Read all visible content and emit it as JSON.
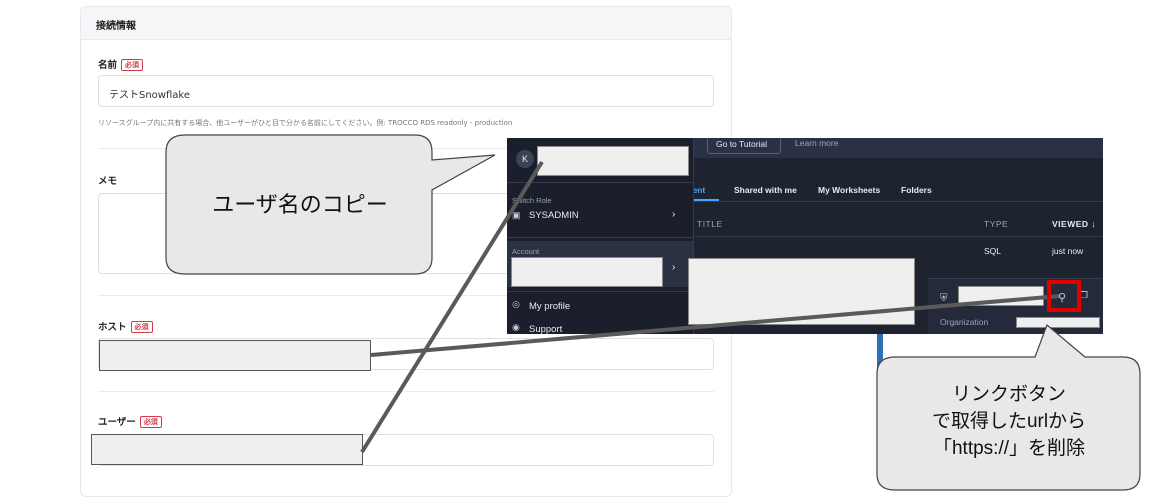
{
  "form": {
    "section_title": "接続情報",
    "required_badge": "必須",
    "name_label": "名前",
    "name_value": "テストSnowflake",
    "name_help": "リソースグループ内に共有する場合、他ユーザーがひと目で分かる名前にしてください。例: TROCCO RDS readonly - production",
    "memo_label": "メモ",
    "host_label": "ホスト",
    "user_label": "ユーザー"
  },
  "snowflake": {
    "topbar_tutorial": "Go to Tutorial",
    "topbar_learn": "Learn more",
    "avatar_initial": "K",
    "switch_role_label": "Switch Role",
    "role_value": "SYSADMIN",
    "account_label": "Account",
    "my_profile": "My profile",
    "support": "Support",
    "tabs": [
      "ecent",
      "Shared with me",
      "My Worksheets",
      "Folders"
    ],
    "table_headers": {
      "title": "TITLE",
      "type": "TYPE",
      "viewed": "VIEWED ↓"
    },
    "row": {
      "type": "SQL",
      "viewed": "just now"
    },
    "organization_label": "Organization"
  },
  "callouts": {
    "username_copy": "ユーザ名のコピー",
    "link_button": [
      "リンクボタン",
      "で取得したurlから",
      "「https://」を削除"
    ]
  },
  "colors": {
    "highlight_red": "#e00000",
    "dark_bg": "#1e2330",
    "required_red": "#d33a48"
  }
}
